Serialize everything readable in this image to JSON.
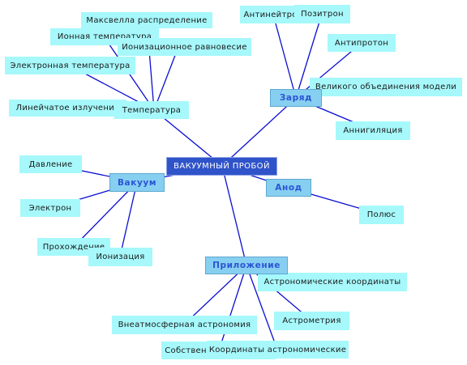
{
  "center": {
    "label": "ВАКУУМНЫЙ ПРОБОЙ"
  },
  "branches": {
    "temperature": {
      "label": "Температура",
      "children": [
        "Максвелла распределение",
        "Ионная температура",
        "Ионизационное равновесие",
        "Электронная температура",
        "Линейчатое излучение"
      ]
    },
    "charge": {
      "label": "Заряд",
      "children": [
        "Антинейтрон",
        "Позитрон",
        "Антипротон",
        "Великого объединения модели",
        "Аннигиляция"
      ]
    },
    "vacuum": {
      "label": "Вакуум",
      "children": [
        "Давление",
        "Электрон",
        "Прохождение",
        "Ионизация"
      ]
    },
    "anode": {
      "label": "Анод",
      "children": [
        "Полюс"
      ]
    },
    "application": {
      "label": "Приложение",
      "children": [
        "Астрономические координаты",
        "Астрометрия",
        "Внеатмосферная астрономия",
        "Собственные движения",
        "Координаты астрономические"
      ]
    }
  },
  "colors": {
    "connector": "#0a0fd0",
    "center_fill": "#2f53c9",
    "branch_fill": "#87cff1",
    "branch_text": "#2b55d4",
    "leaf_fill": "#a6f8fb"
  }
}
